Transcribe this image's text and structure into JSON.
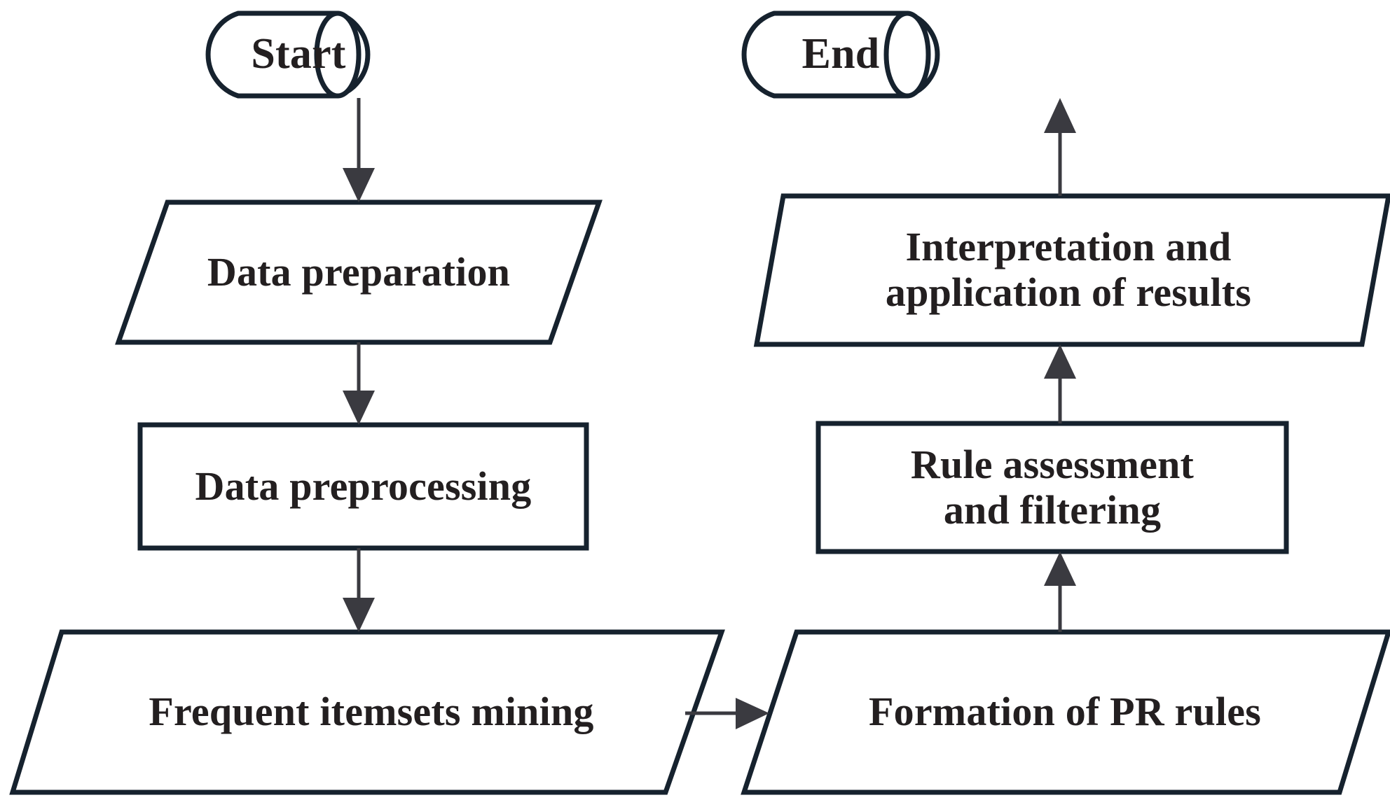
{
  "diagram": {
    "type": "flowchart",
    "title": "Association rule mining process flowchart",
    "background_color": "#ffffff",
    "stroke_color": "#16222e",
    "text_color": "#231f20",
    "arrow_color": "#3a3a40",
    "nodes": [
      {
        "id": "start",
        "label": "Start",
        "shape": "cylinder",
        "column": "left"
      },
      {
        "id": "data-prep",
        "label": "Data preparation",
        "shape": "parallelogram",
        "column": "left"
      },
      {
        "id": "data-preproc",
        "label": "Data preprocessing",
        "shape": "rectangle",
        "column": "left"
      },
      {
        "id": "freq-itemsets",
        "label": "Frequent itemsets mining",
        "shape": "parallelogram",
        "column": "left"
      },
      {
        "id": "pr-rules",
        "label": "Formation of PR rules",
        "shape": "parallelogram",
        "column": "right"
      },
      {
        "id": "rule-assess",
        "label": "Rule assessment\nand filtering",
        "shape": "rectangle",
        "column": "right"
      },
      {
        "id": "interpretation",
        "label": "Interpretation and\napplication of results",
        "shape": "parallelogram",
        "column": "right"
      },
      {
        "id": "end",
        "label": "End",
        "shape": "cylinder",
        "column": "right"
      }
    ],
    "edges": [
      {
        "id": "e1",
        "from": "start",
        "to": "data-prep",
        "direction": "down"
      },
      {
        "id": "e2",
        "from": "data-prep",
        "to": "data-preproc",
        "direction": "down"
      },
      {
        "id": "e3",
        "from": "data-preproc",
        "to": "freq-itemsets",
        "direction": "down"
      },
      {
        "id": "e4",
        "from": "freq-itemsets",
        "to": "pr-rules",
        "direction": "right"
      },
      {
        "id": "e5",
        "from": "pr-rules",
        "to": "rule-assess",
        "direction": "up"
      },
      {
        "id": "e6",
        "from": "rule-assess",
        "to": "interpretation",
        "direction": "up"
      },
      {
        "id": "e7",
        "from": "interpretation",
        "to": "end",
        "direction": "up"
      }
    ]
  }
}
